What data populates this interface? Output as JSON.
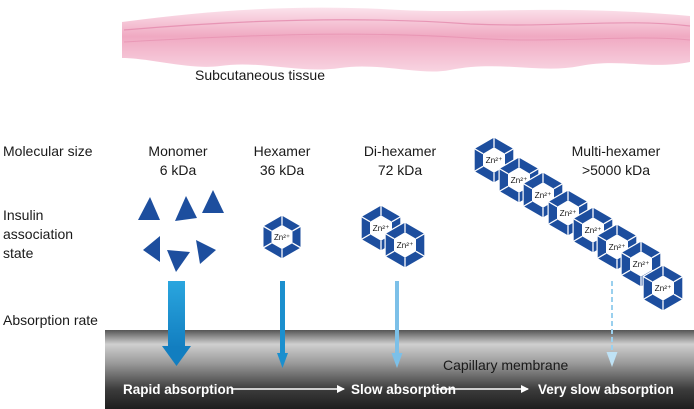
{
  "tissue_label": "Subcutaneous tissue",
  "row_labels": {
    "molecular_size": "Molecular size",
    "association_l1": "Insulin",
    "association_l2": "association",
    "association_l3": "state",
    "absorption_rate": "Absorption rate"
  },
  "columns": [
    {
      "name": "Monomer",
      "size": "6 kDa"
    },
    {
      "name": "Hexamer",
      "size": "36 kDa"
    },
    {
      "name": "Di-hexamer",
      "size": "72 kDa"
    },
    {
      "name": "Multi-hexamer",
      "size": ">5000 kDa"
    }
  ],
  "zinc_label": "Zn²⁺",
  "membrane_label": "Capillary membrane",
  "absorption": {
    "rapid": "Rapid absorption",
    "slow": "Slow absorption",
    "very_slow": "Very slow absorption"
  },
  "colors": {
    "hexamer_blue": "#1d4e9e",
    "arrow_dark": "#1b9ad6",
    "arrow_mid": "#3aa8dc",
    "arrow_light": "#8fcaeb",
    "tissue_pink": "#f2b6cc",
    "membrane_dark": "#2e2e2e"
  }
}
